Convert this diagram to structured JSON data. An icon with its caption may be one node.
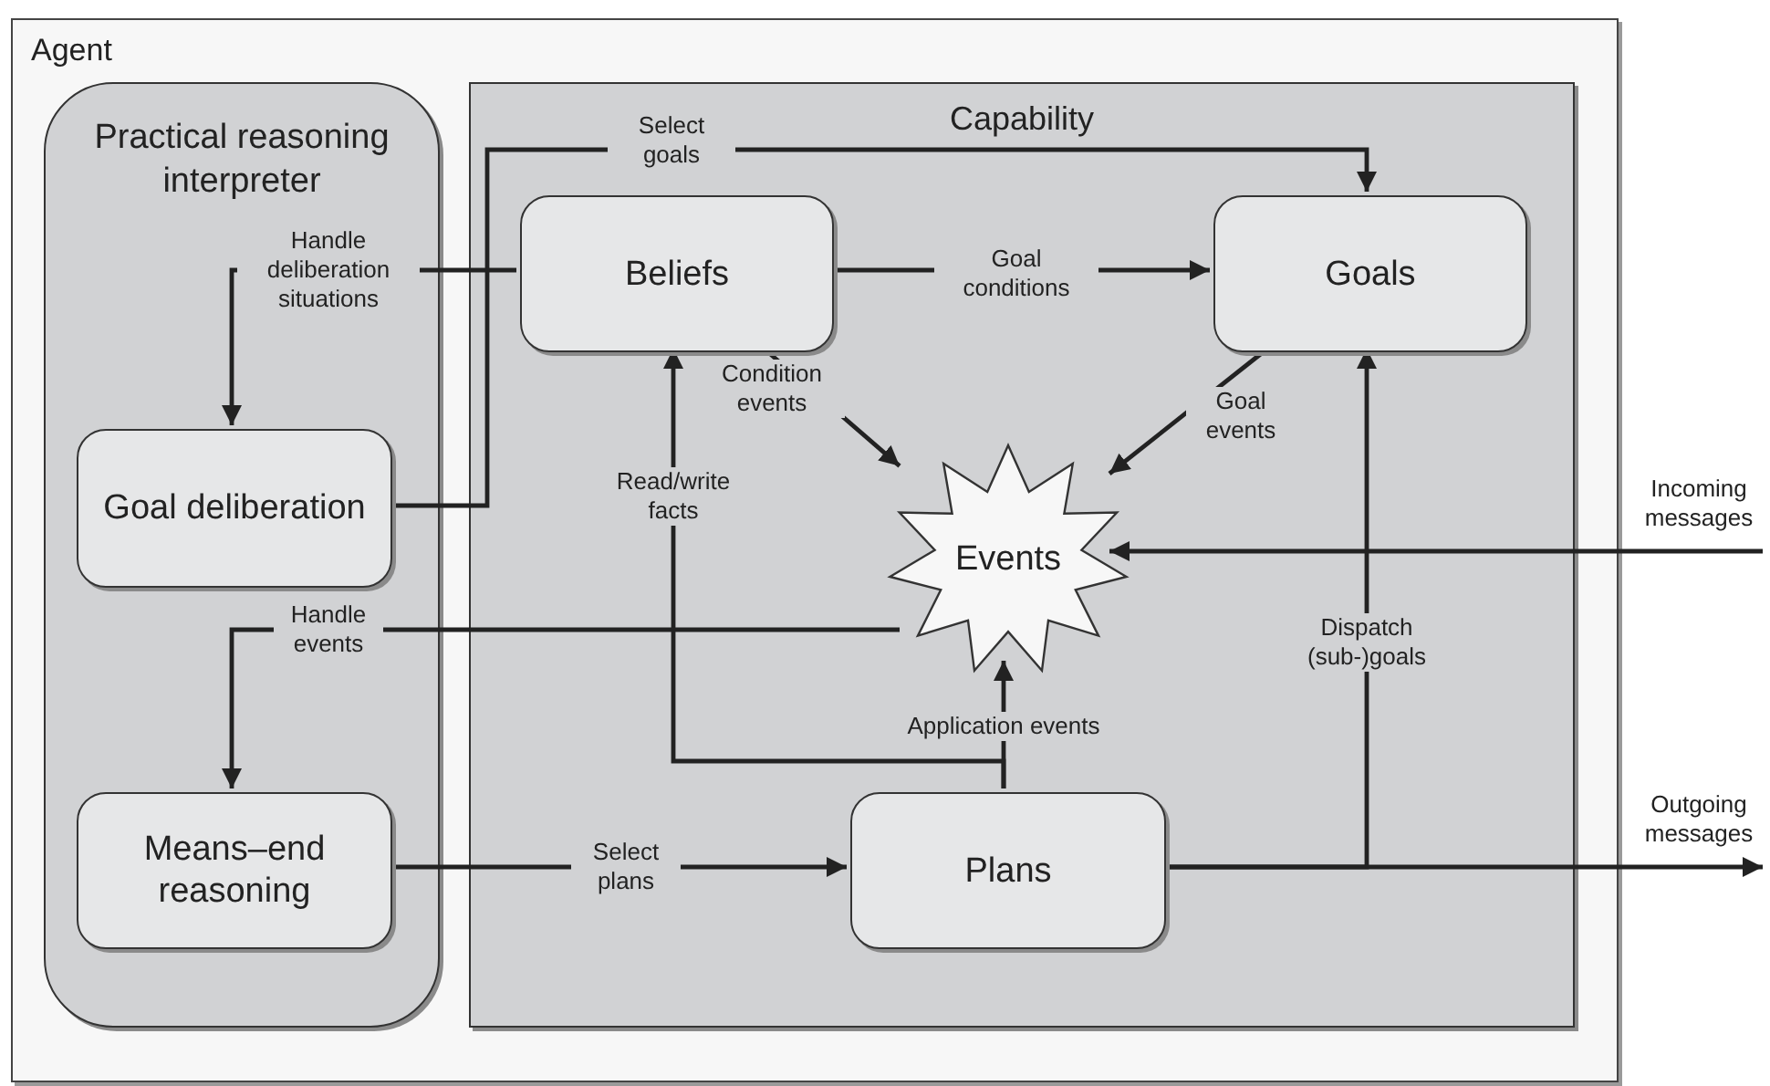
{
  "diagram": {
    "nodes": [
      {
        "text": [
          "Agent"
        ]
      },
      {
        "text": [
          "Practical reasoning interpreter"
        ],
        "in": 0
      },
      {
        "text": [
          "Capability"
        ],
        "in": 0
      },
      {
        "text": [
          "Goal deliberation"
        ],
        "in": 1
      },
      {
        "text": [
          "Means–end reasoning"
        ],
        "in": 1
      },
      {
        "text": [
          "Beliefs"
        ],
        "in": 2
      },
      {
        "text": [
          "Goals"
        ],
        "in": 2
      },
      {
        "text": [
          "Events"
        ],
        "in": 2
      },
      {
        "text": [
          "Plans"
        ],
        "in": 2
      }
    ],
    "edges": [
      {
        "from": 5,
        "to": 3,
        "arrow": "to",
        "label": "Handle deliberation situations"
      },
      {
        "from": 3,
        "to": 6,
        "arrow": "to",
        "label": "Select goals"
      },
      {
        "from": 5,
        "to": 6,
        "arrow": "to",
        "label": "Goal conditions"
      },
      {
        "from": 5,
        "to": 7,
        "arrow": "to",
        "label": "Condition events"
      },
      {
        "from": 6,
        "to": 7,
        "arrow": "to",
        "label": "Goal events"
      },
      {
        "from": 8,
        "to": 5,
        "arrow": "to",
        "label": "Read/write facts"
      },
      {
        "from": 8,
        "to": 7,
        "arrow": "to",
        "label": "Application events"
      },
      {
        "from": 7,
        "to": 4,
        "arrow": "to",
        "label": "Handle events"
      },
      {
        "from": 4,
        "to": 8,
        "arrow": "to",
        "label": "Select plans"
      },
      {
        "from": 8,
        "to": 6,
        "arrow": "to",
        "label": "Dispatch (sub-)goals"
      },
      {
        "from": 8,
        "to": null,
        "arrow": "to",
        "label": "Outgoing messages"
      },
      {
        "from": null,
        "to": 7,
        "arrow": "to",
        "label": "Incoming messages"
      }
    ]
  }
}
